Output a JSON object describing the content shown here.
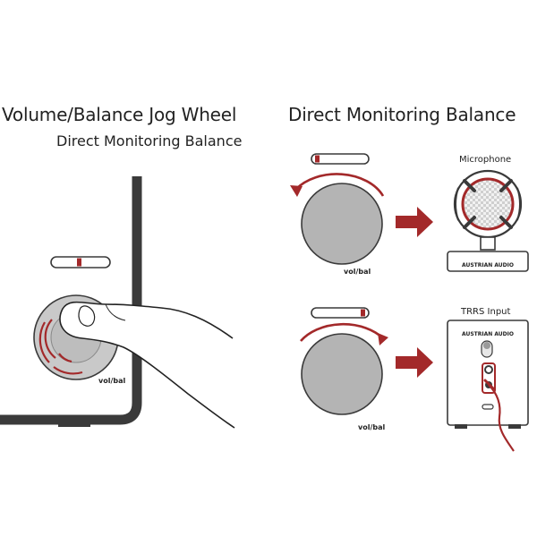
{
  "left_panel": {
    "title": "Volume/Balance Jog Wheel",
    "subtitle": "Direct Monitoring Balance",
    "knob_label": "vol/bal"
  },
  "right_panel": {
    "title": "Direct Monitoring Balance",
    "top_row": {
      "target_label": "Microphone",
      "knob_label": "vol/bal",
      "brand_label": "AUSTRIAN AUDIO"
    },
    "bottom_row": {
      "target_label": "TRRS Input",
      "knob_label": "vol/bal",
      "brand_label": "AUSTRIAN AUDIO"
    }
  },
  "colors": {
    "accent": "#a3292a",
    "outline": "#3a3a3a",
    "knob_fill": "#b4b4b4"
  }
}
